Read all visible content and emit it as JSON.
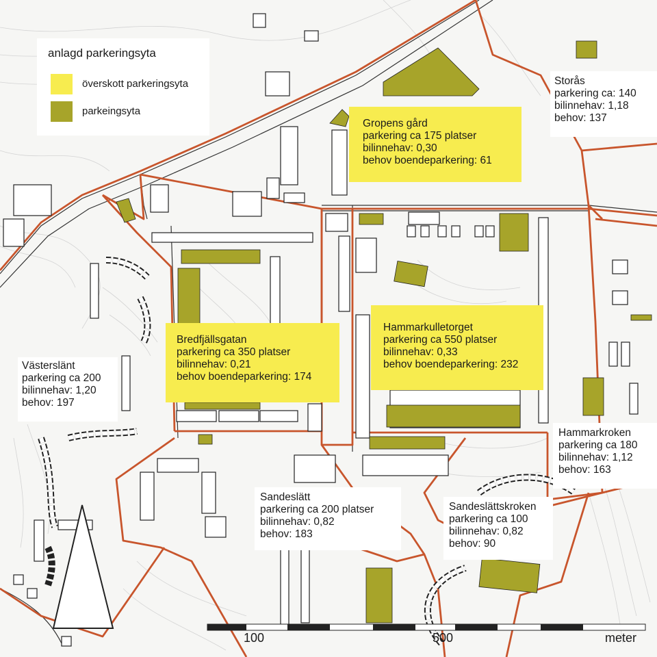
{
  "legend": {
    "title": "anlagd parkeringsyta",
    "items": [
      {
        "label": "överskott parkeringsyta",
        "color": "#f7ec4f"
      },
      {
        "label": "parkeingsyta",
        "color": "#a7a42a"
      }
    ]
  },
  "colors": {
    "district_border": "#c8552c",
    "surplus_parking": "#f7ec4f",
    "parking": "#a7a42a",
    "building_outline": "#222222",
    "contour": "#cfcfcf"
  },
  "areas": [
    {
      "id": "gropens-gard",
      "name": "Gropens gård",
      "lines": [
        "parkering ca 175 platser",
        "bilinnehav: 0,30",
        "behov boendeparkering: 61"
      ],
      "style": "yellow"
    },
    {
      "id": "storas",
      "name": "Storås",
      "lines": [
        "parkering ca: 140",
        "bilinnehav: 1,18",
        "behov: 137"
      ],
      "style": "white"
    },
    {
      "id": "bredfjallsgatan",
      "name": "Bredfjällsgatan",
      "lines": [
        "parkering ca 350 platser",
        "bilinnehav: 0,21",
        "behov boendeparkering: 174"
      ],
      "style": "yellow"
    },
    {
      "id": "hammarkulletorget",
      "name": "Hammarkulletorget",
      "lines": [
        "parkering ca 550 platser",
        "bilinnehav: 0,33",
        "behov boendeparkering: 232"
      ],
      "style": "yellow"
    },
    {
      "id": "vasterslant",
      "name": "Västerslänt",
      "lines": [
        "parkering ca 200",
        "bilinnehav: 1,20",
        "behov: 197"
      ],
      "style": "white"
    },
    {
      "id": "hammarkroken",
      "name": "Hammarkroken",
      "lines": [
        "parkering ca 180",
        "bilinnehav: 1,12",
        "behov: 163"
      ],
      "style": "white"
    },
    {
      "id": "sandeslatt",
      "name": "Sandeslätt",
      "lines": [
        "parkering ca 200 platser",
        "bilinnehav: 0,82",
        "behov: 183"
      ],
      "style": "white"
    },
    {
      "id": "sandeslattskroken",
      "name": "Sandeslättskroken",
      "lines": [
        "parkering ca 100",
        "bilinnehav: 0,82",
        "behov: 90"
      ],
      "style": "white"
    }
  ],
  "scale_bar": {
    "labels": [
      "100",
      "500",
      "meter"
    ]
  },
  "north_arrow": "north-arrow"
}
